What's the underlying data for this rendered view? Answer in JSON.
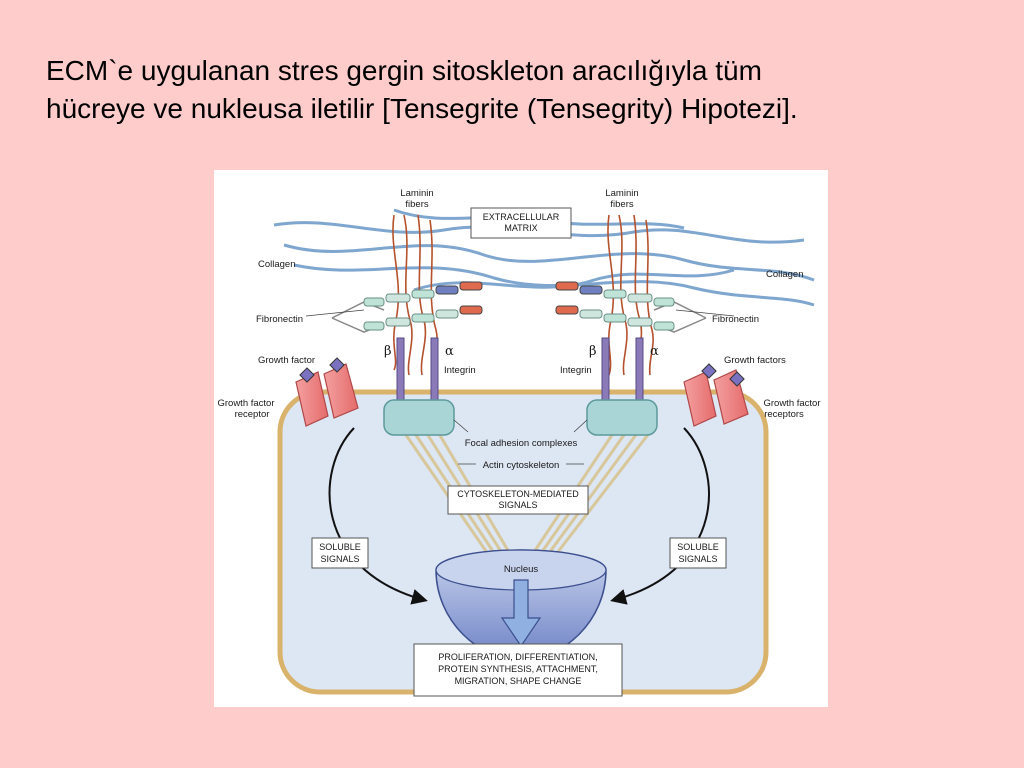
{
  "slide": {
    "title_line1": "ECM`e uygulanan stres gergin sitoskleton aracılığıyla  tüm",
    "title_line2": "hücreye ve nukleusa iletilir [Tensegrite (Tensegrity) Hipotezi]."
  },
  "diagram": {
    "laminin_left_1": "Laminin",
    "laminin_left_2": "fibers",
    "laminin_right_1": "Laminin",
    "laminin_right_2": "fibers",
    "ecm_1": "EXTRACELLULAR",
    "ecm_2": "MATRIX",
    "collagen_left": "Collagen",
    "collagen_right": "Collagen",
    "fibronectin_left": "Fibronectin",
    "fibronectin_right": "Fibronectin",
    "beta_left": "β",
    "alpha_left": "α",
    "beta_right": "β",
    "alpha_right": "α",
    "integrin_left": "Integrin",
    "integrin_right": "Integrin",
    "growth_factor": "Growth factor",
    "growth_factors": "Growth factors",
    "gf_receptor_1": "Growth factor",
    "gf_receptor_2": "receptor",
    "gf_receptors_1": "Growth factor",
    "gf_receptors_2": "receptors",
    "focal_adhesion": "Focal adhesion complexes",
    "actin": "Actin cytoskeleton",
    "cyto_1": "CYTOSKELETON-MEDIATED",
    "cyto_2": "SIGNALS",
    "soluble_left_1": "SOLUBLE",
    "soluble_left_2": "SIGNALS",
    "soluble_right_1": "SOLUBLE",
    "soluble_right_2": "SIGNALS",
    "nucleus": "Nucleus",
    "outcome_1": "PROLIFERATION, DIFFERENTIATION,",
    "outcome_2": "PROTEIN SYNTHESIS, ATTACHMENT,",
    "outcome_3": "MIGRATION, SHAPE CHANGE"
  },
  "colors": {
    "slide_background": "#ffcccc",
    "cell_fill": "#dde6f3",
    "cell_border": "#d9b36b",
    "collagen": "#7fa6cf",
    "laminin": "#b5512d",
    "integrin": "#8a7ab8",
    "focal_adhesion": "#a9d5d6",
    "receptor": "#ee7f7f",
    "nucleus": "#8d9fd6",
    "actin": "#d7c79a"
  }
}
